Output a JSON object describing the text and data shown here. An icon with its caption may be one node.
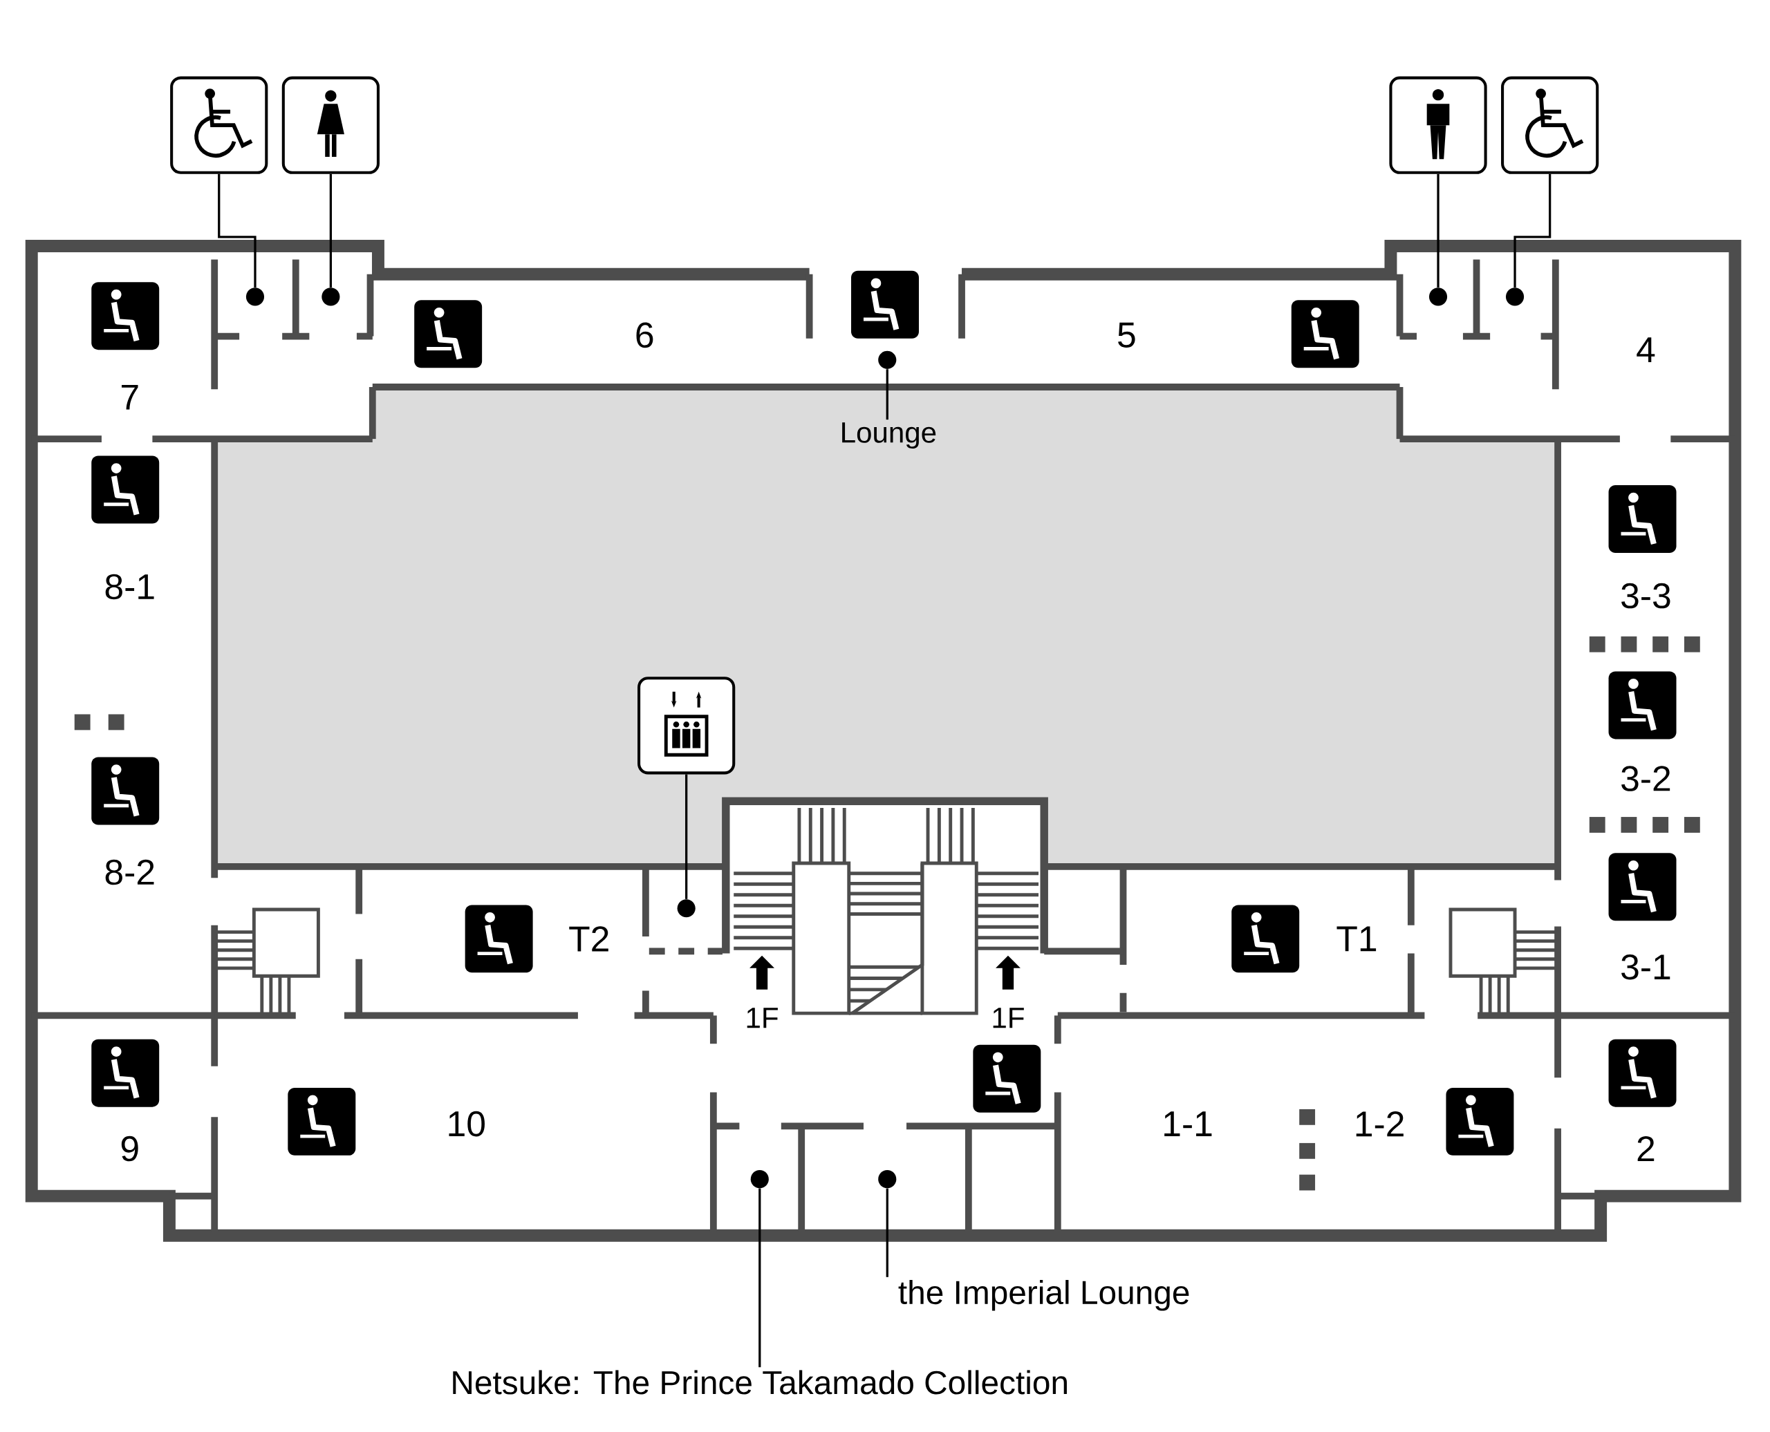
{
  "diagram": {
    "nodes": [
      {
        "text": [],
        "shape": "picture"
      },
      {
        "text": [],
        "shape": "picture"
      },
      {
        "text": [],
        "shape": "picture"
      },
      {
        "text": [],
        "shape": "picture"
      },
      {
        "text": [],
        "shape": "circle"
      },
      {
        "text": [],
        "shape": "circle"
      },
      {
        "text": [],
        "shape": "circle"
      },
      {
        "text": [],
        "shape": "circle"
      },
      {
        "text": [],
        "shape": "circle"
      },
      {
        "text": [
          "Lounge"
        ]
      },
      {
        "text": [],
        "shape": "picture"
      },
      {
        "text": [],
        "shape": "circle"
      },
      {
        "text": [],
        "shape": "circle"
      },
      {
        "text": [],
        "shape": "circle"
      },
      {
        "text": [
          "the Imperial Lounge"
        ]
      },
      {
        "text": [
          "Netsuke: The Prince Takamado Collection"
        ]
      }
    ],
    "edges": [
      {
        "from": 0,
        "to": 4,
        "arrow": "none"
      },
      {
        "from": 1,
        "to": 5,
        "arrow": "none"
      },
      {
        "from": 2,
        "to": 6,
        "arrow": "none"
      },
      {
        "from": 3,
        "to": 7,
        "arrow": "none"
      },
      {
        "from": 9,
        "to": 8,
        "arrow": "none"
      },
      {
        "from": 10,
        "to": 11,
        "arrow": "none"
      },
      {
        "from": 14,
        "to": 13,
        "arrow": "none"
      },
      {
        "from": 15,
        "to": 12,
        "arrow": "none"
      }
    ],
    "labels": [
      "7",
      "6",
      "5",
      "4",
      "8-1",
      "3-3",
      "3-2",
      "8-2",
      "T2",
      "T1",
      "3-1",
      "1F",
      "1F",
      "9",
      "10",
      "1-1",
      "1-2",
      "2"
    ]
  }
}
